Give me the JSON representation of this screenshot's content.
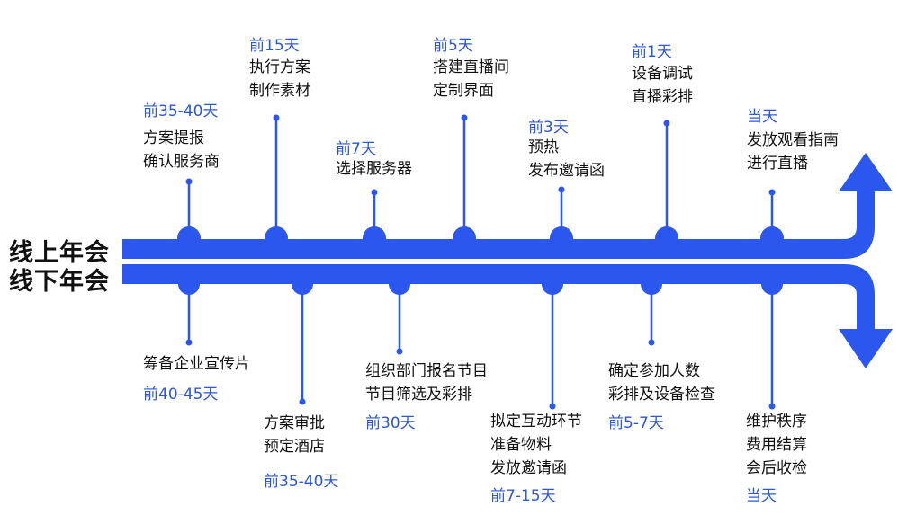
{
  "colors": {
    "track": "#2b57ee",
    "time": "#2b57d8",
    "text": "#111111"
  },
  "titles": {
    "online": "线上年会",
    "offline": "线下年会"
  },
  "online_events": [
    {
      "time": "前35-40天",
      "lines": [
        "方案提报",
        "确认服务商"
      ]
    },
    {
      "time": "前15天",
      "lines": [
        "执行方案",
        "制作素材"
      ]
    },
    {
      "time": "前7天",
      "lines": [
        "选择服务器"
      ]
    },
    {
      "time": "前5天",
      "lines": [
        "搭建直播间",
        "定制界面"
      ]
    },
    {
      "time": "前3天",
      "lines": [
        "预热",
        "发布邀请函"
      ]
    },
    {
      "time": "前1天",
      "lines": [
        "设备调试",
        "直播彩排"
      ]
    },
    {
      "time": "当天",
      "lines": [
        "发放观看指南",
        "进行直播"
      ]
    }
  ],
  "offline_events": [
    {
      "time": "前40-45天",
      "lines": [
        "筹备企业宣传片"
      ]
    },
    {
      "time": "前35-40天",
      "lines": [
        "方案审批",
        "预定酒店"
      ]
    },
    {
      "time": "前30天",
      "lines": [
        "组织部门报名节目",
        "节目筛选及彩排"
      ]
    },
    {
      "time": "前7-15天",
      "lines": [
        "拟定互动环节",
        "准备物料",
        "发放邀请函"
      ]
    },
    {
      "time": "前5-7天",
      "lines": [
        "确定参加人数",
        "彩排及设备检查"
      ]
    },
    {
      "time": "当天",
      "lines": [
        "维护秩序",
        "费用结算",
        "会后收检"
      ]
    }
  ]
}
